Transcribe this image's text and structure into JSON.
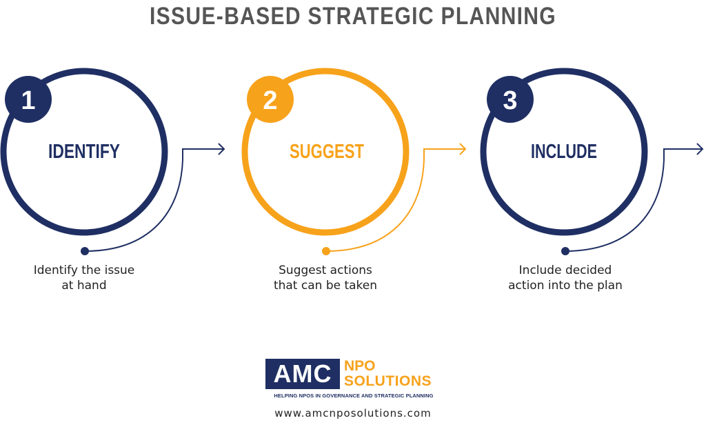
{
  "title": "ISSUE-BASED STRATEGIC PLANNING",
  "colors": {
    "navy": "#1f2f63",
    "orange": "#f7a21b",
    "title_gray": "#555555"
  },
  "steps": [
    {
      "number": "1",
      "label": "IDENTIFY",
      "description": [
        "Identify the issue",
        "at hand"
      ],
      "color": "#1f2f63"
    },
    {
      "number": "2",
      "label": "SUGGEST",
      "description": [
        "Suggest actions",
        "that can be taken"
      ],
      "color": "#f7a21b"
    },
    {
      "number": "3",
      "label": "INCLUDE",
      "description": [
        "Include decided",
        "action into the plan"
      ],
      "color": "#1f2f63"
    }
  ],
  "logo": {
    "mark": "AMC",
    "name_line1": "NPO",
    "name_line2": "SOLUTIONS",
    "tagline": "HELPING NPOS IN GOVERNANCE AND STRATEGIC PLANNING"
  },
  "website": "www.amcnposolutions.com"
}
